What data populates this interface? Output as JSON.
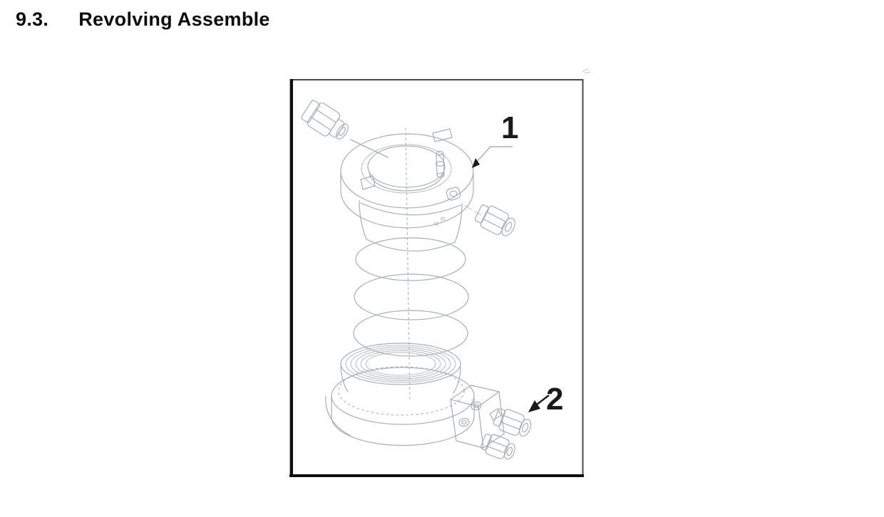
{
  "page": {
    "background": "#ffffff",
    "heading": {
      "number": "9.3.",
      "title": "Revolving Assemble"
    }
  },
  "figure": {
    "part_labels": [
      {
        "number": "1"
      },
      {
        "number": "2"
      }
    ],
    "colors": {
      "line_art": "#a8aeb4",
      "label_ink": "#1a1a1a",
      "frame_border": "#0f0f0f"
    }
  }
}
